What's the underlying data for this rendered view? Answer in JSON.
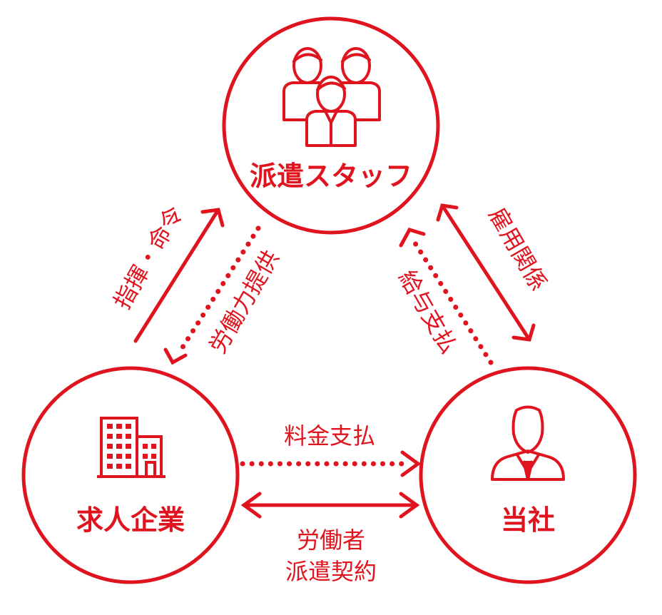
{
  "colors": {
    "accent": "#e0141e",
    "background": "#ffffff"
  },
  "nodes": {
    "staff": {
      "label": "派遣スタッフ",
      "icon": "group-of-people-icon"
    },
    "client": {
      "label": "求人企業",
      "icon": "office-building-icon"
    },
    "company": {
      "label": "当社",
      "icon": "businessman-icon"
    }
  },
  "edges": {
    "command": {
      "label": "指揮・命令",
      "style": "solid",
      "from": "client",
      "to": "staff"
    },
    "labor": {
      "label": "労働力提供",
      "style": "dotted",
      "from": "staff",
      "to": "client"
    },
    "employment": {
      "label": "雇用関係",
      "style": "solid",
      "from": "staff",
      "to": "company",
      "bidirectional": true
    },
    "salary": {
      "label": "給与支払",
      "style": "dotted",
      "from": "company",
      "to": "staff"
    },
    "fee": {
      "label": "料金支払",
      "style": "dotted",
      "from": "client",
      "to": "company"
    },
    "contract_line1": {
      "label": "労働者"
    },
    "contract_line2": {
      "label": "派遣契約"
    },
    "contract": {
      "style": "solid",
      "from": "client",
      "to": "company",
      "bidirectional": true
    }
  }
}
